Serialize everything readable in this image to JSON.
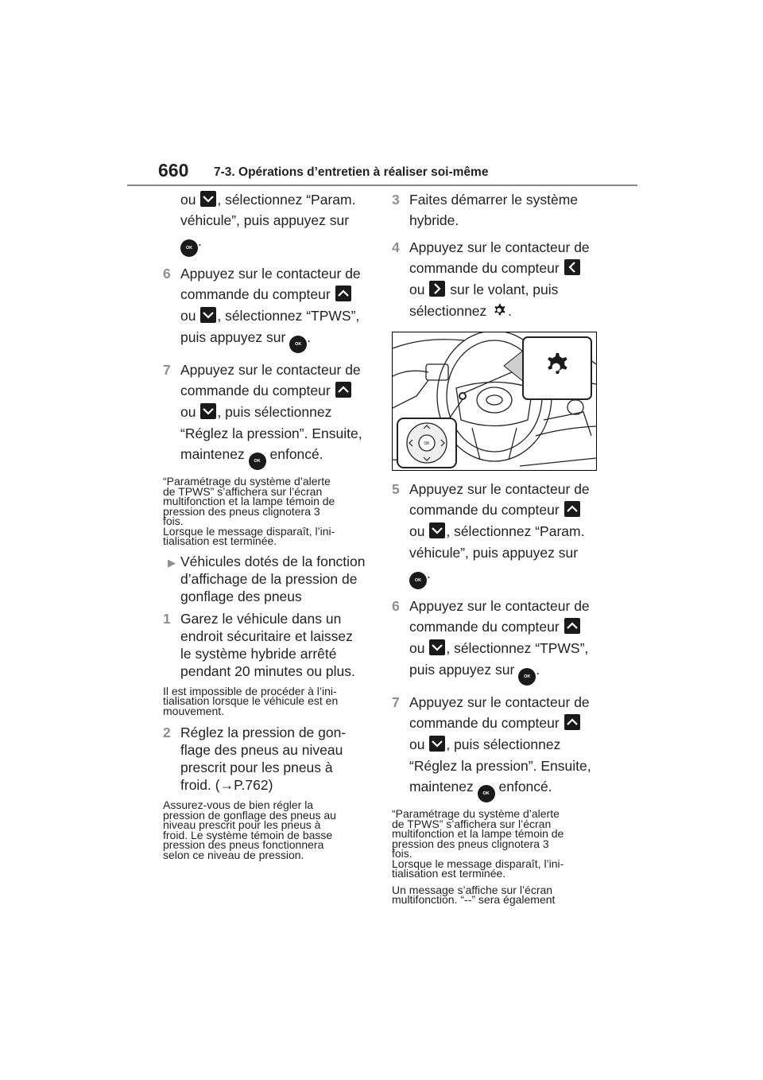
{
  "header": {
    "page_number": "660",
    "section_title": "7-3. Opérations d’entretien à réaliser soi-même"
  },
  "icons": {
    "down": "chevron-down-icon",
    "up": "chevron-up-icon",
    "left": "chevron-left-icon",
    "right": "chevron-right-icon",
    "ok": "ok-button-icon",
    "gear": "gear-icon"
  },
  "left": {
    "cont_a1": "ou",
    "cont_a2": ", sélectionnez “Param.",
    "cont_a3": "véhicule”, puis appuyez sur",
    "cont_a4": ".",
    "s6_num": "6",
    "s6_l1": "Appuyez sur le contacteur de",
    "s6_l2": "commande du compteur",
    "s6_l3a": "ou",
    "s6_l3b": ", sélectionnez “TPWS”,",
    "s6_l4a": "puis appuyez sur",
    "s6_l4b": ".",
    "s7_num": "7",
    "s7_l1": "Appuyez sur le contacteur de",
    "s7_l2": "commande du compteur",
    "s7_l3a": "ou",
    "s7_l3b": ", puis sélectionnez",
    "s7_l4": "“Réglez la pression”. Ensuite,",
    "s7_l5a": "maintenez",
    "s7_l5b": "enfoncé.",
    "note1_l1": "“Paramétrage du système d’alerte",
    "note1_l2": "de TPWS” s’affichera sur l’écran",
    "note1_l3": "multifonction et la lampe témoin de",
    "note1_l4": "pression des pneus clignotera 3",
    "note1_l5": "fois.",
    "note1_l6": "Lorsque le message disparaît, l’ini-",
    "note1_l7": "tialisation est terminée.",
    "bullet_l1": "Véhicules dotés de la fonction",
    "bullet_l2": "d’affichage de la pression de",
    "bullet_l3": "gonflage des pneus",
    "s1_num": "1",
    "s1_l1": "Garez le véhicule dans un",
    "s1_l2": "endroit sécuritaire et laissez",
    "s1_l3": "le système hybride arrêté",
    "s1_l4": "pendant 20 minutes ou plus.",
    "note2_l1": "Il est impossible de procéder à l’ini-",
    "note2_l2": "tialisation lorsque le véhicule est en",
    "note2_l3": "mouvement.",
    "s2_num": "2",
    "s2_l1": "Réglez la pression de gon-",
    "s2_l2": "flage des pneus au niveau",
    "s2_l3": "prescrit pour les pneus à",
    "s2_l4a": "froid. (",
    "s2_l4b": "→",
    "s2_l4c": "P.762)",
    "note3_l1": "Assurez-vous de bien régler la",
    "note3_l2": "pression de gonflage des pneus au",
    "note3_l3": "niveau prescrit pour les pneus à",
    "note3_l4": "froid. Le système témoin de basse",
    "note3_l5": "pression des pneus fonctionnera",
    "note3_l6": "selon ce niveau de pression."
  },
  "right": {
    "s3_num": "3",
    "s3_l1": "Faites démarrer le système",
    "s3_l2": "hybride.",
    "s4_num": "4",
    "s4_l1": "Appuyez sur le contacteur de",
    "s4_l2": "commande du compteur",
    "s4_l3a": "ou",
    "s4_l3b": "sur le volant, puis",
    "s4_l4a": "sélectionnez",
    "s4_l4b": ".",
    "s5_num": "5",
    "s5_l1": "Appuyez sur le contacteur de",
    "s5_l2": "commande du compteur",
    "s5_l3a": "ou",
    "s5_l3b": ", sélectionnez “Param.",
    "s5_l4": "véhicule”, puis appuyez sur",
    "s5_l5": ".",
    "s6_num": "6",
    "s6_l1": "Appuyez sur le contacteur de",
    "s6_l2": "commande du compteur",
    "s6_l3a": "ou",
    "s6_l3b": ", sélectionnez “TPWS”,",
    "s6_l4a": "puis appuyez sur",
    "s6_l4b": ".",
    "s7_num": "7",
    "s7_l1": "Appuyez sur le contacteur de",
    "s7_l2": "commande du compteur",
    "s7_l3a": "ou",
    "s7_l3b": ", puis sélectionnez",
    "s7_l4": "“Réglez la pression”. Ensuite,",
    "s7_l5a": "maintenez",
    "s7_l5b": "enfoncé.",
    "note1_l1": "“Paramétrage du système d’alerte",
    "note1_l2": "de TPWS” s’affichera sur l’écran",
    "note1_l3": "multifonction et la lampe témoin de",
    "note1_l4": "pression des pneus clignotera 3",
    "note1_l5": "fois.",
    "note1_l6": "Lorsque le message disparaît, l’ini-",
    "note1_l7": "tialisation est terminée.",
    "note2_l1": "Un message s’affiche sur l’écran",
    "note2_l2": "multifonction. “--” sera également"
  },
  "ok_label": "OK"
}
